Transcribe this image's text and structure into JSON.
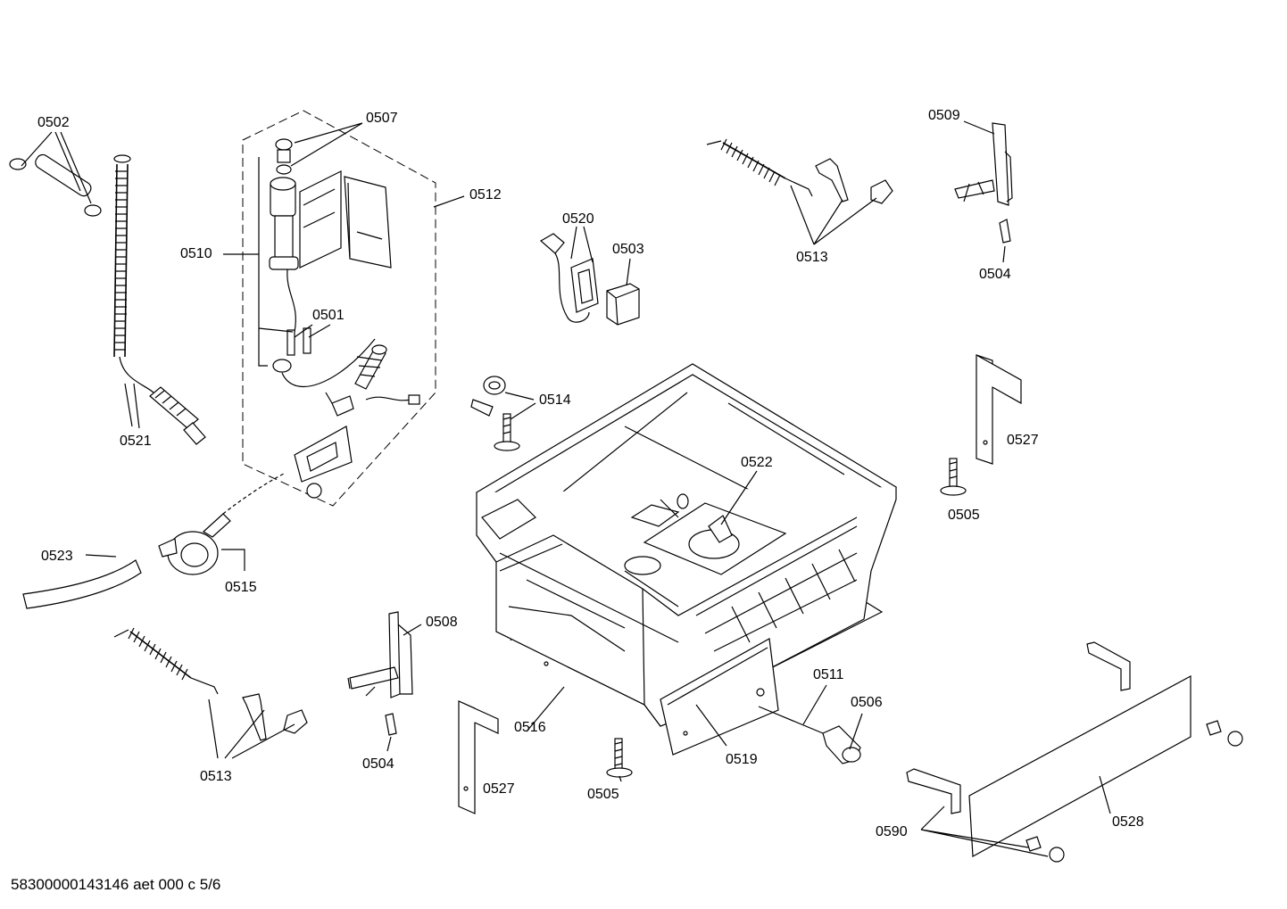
{
  "labels": {
    "l0502": "0502",
    "l0507": "0507",
    "l0512": "0512",
    "l0510": "0510",
    "l0501": "0501",
    "l0521": "0521",
    "l0523": "0523",
    "l0515": "0515",
    "l0513a": "0513",
    "l0508": "0508",
    "l0504a": "0504",
    "l0527a": "0527",
    "l0516": "0516",
    "l0505a": "0505",
    "l0519": "0519",
    "l0511": "0511",
    "l0506": "0506",
    "l0520": "0520",
    "l0503": "0503",
    "l0514": "0514",
    "l0522": "0522",
    "l0513b": "0513",
    "l0509": "0509",
    "l0504b": "0504",
    "l0527b": "0527",
    "l0505b": "0505",
    "l0528": "0528",
    "l0590": "0590"
  },
  "footer": "58300000143146 aet 000 c 5/6"
}
